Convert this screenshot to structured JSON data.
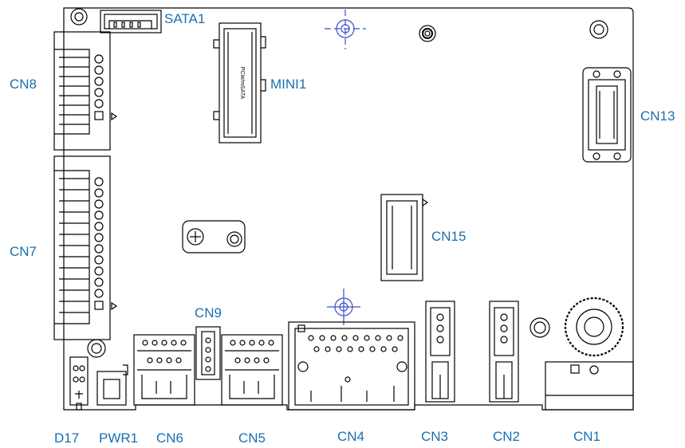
{
  "labels": {
    "sata1": "SATA1",
    "mini1": "MINI1",
    "cn8": "CN8",
    "cn7": "CN7",
    "cn13": "CN13",
    "cn15": "CN15",
    "cn9": "CN9",
    "d17": "D17",
    "pwr1": "PWR1",
    "cn6": "CN6",
    "cn5": "CN5",
    "cn4": "CN4",
    "cn3": "CN3",
    "cn2": "CN2",
    "cn1": "CN1",
    "mini_pcie_marking": "PCIe/mSATA"
  },
  "colors": {
    "label": "#1a6fb0",
    "line": "#000000",
    "crosshair": "#3b4fc8",
    "background": "#ffffff"
  }
}
